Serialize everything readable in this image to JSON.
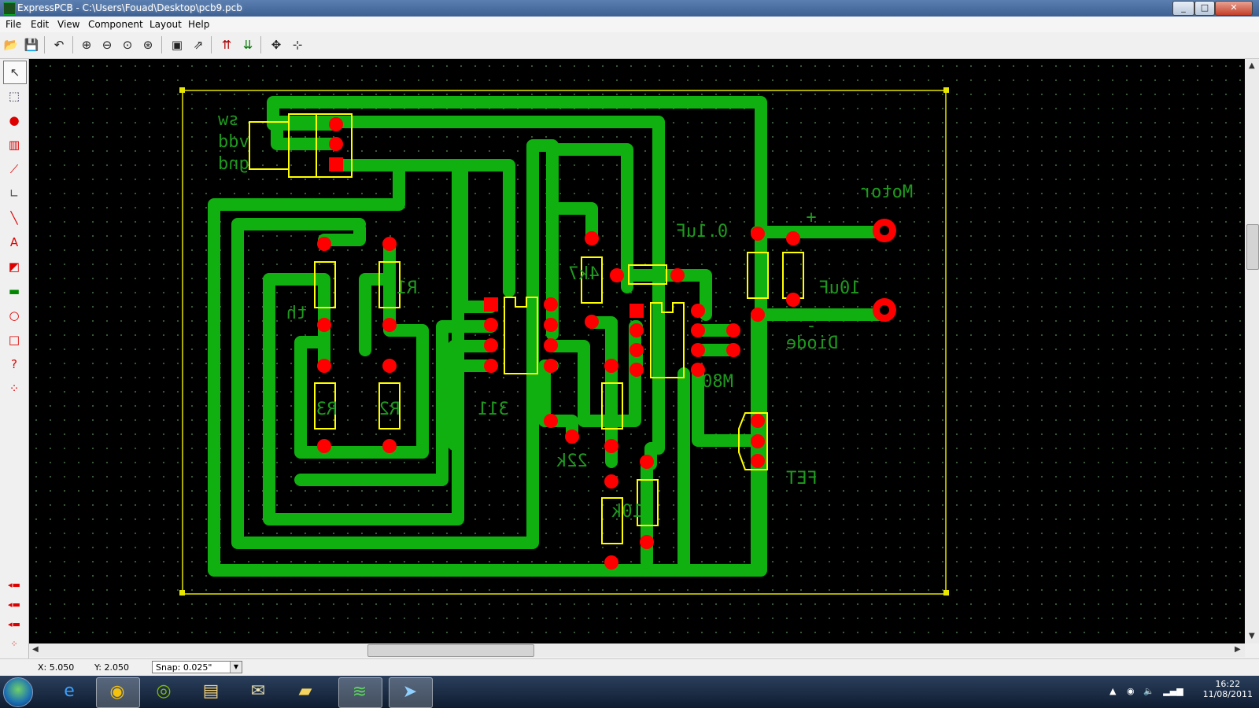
{
  "window": {
    "title": "ExpressPCB - C:\\Users\\Fouad\\Desktop\\pcb9.pcb",
    "minimize": "_",
    "maximize": "□",
    "close": "✕"
  },
  "menu": [
    "File",
    "Edit",
    "View",
    "Component",
    "Layout",
    "Help"
  ],
  "toolbar": {
    "buttons": [
      "open-icon",
      "save-icon",
      "undo-icon",
      "zoom-in-icon",
      "zoom-out-icon",
      "zoom-icon",
      "zoom-fit-icon",
      "properties-icon",
      "export-icon",
      "layer-up-icon",
      "layer-down-icon",
      "pan-icon",
      "center-icon"
    ]
  },
  "palette": {
    "tools": [
      "select-pointer-icon",
      "zoom-area-icon",
      "pad-icon",
      "component-icon",
      "trace-icon",
      "corner-icon",
      "line-icon",
      "text-icon",
      "layer-swap-icon",
      "connector-icon",
      "circle-icon",
      "rectangle-icon",
      "help-icon",
      "nodes-icon"
    ]
  },
  "status": {
    "x": "X: 5.050",
    "y": "Y: 2.050",
    "snap": "Snap:  0.025\""
  },
  "clock": {
    "time": "16:22",
    "date": "11/08/2011"
  },
  "taskbar": {
    "apps": [
      "internet-explorer-icon",
      "chrome-icon",
      "spotify-icon",
      "explorer-icon",
      "mail-icon",
      "folder-icon",
      "expresspcb-icon",
      "messenger-icon"
    ]
  },
  "pcb": {
    "labels": {
      "sw": "sw",
      "vdd": "vdd",
      "gnd": "gnd",
      "r1": "R1",
      "r2": "R2",
      "r3": "R3",
      "th": "th",
      "ic1": "311",
      "res_4k7": "4k7",
      "res_22k": "22k",
      "res_10k": "10k",
      "cap": "0.1uF",
      "cap2": "10uF",
      "motor": "Motor",
      "plus": "+",
      "minus": "-",
      "diode": "Diode",
      "ic2": "M80",
      "fet": "FET"
    },
    "colors": {
      "board": "#000000",
      "copper": "#0fb00f",
      "pad": "#ff0000",
      "silk": "#ffff00",
      "label": "#1e9a1e"
    }
  }
}
